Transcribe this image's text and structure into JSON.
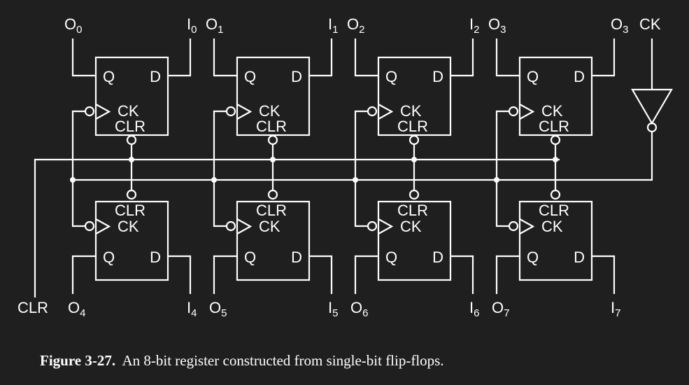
{
  "diagram": {
    "pin_labels": {
      "q": "Q",
      "d": "D",
      "ck": "CK",
      "clr": "CLR"
    },
    "top_row": [
      {
        "out": [
          "O",
          "0"
        ],
        "in": [
          "I",
          "0"
        ]
      },
      {
        "out": [
          "O",
          "1"
        ],
        "in": [
          "I",
          "1"
        ]
      },
      {
        "out": [
          "O",
          "2"
        ],
        "in": [
          "I",
          "2"
        ]
      },
      {
        "out": [
          "O",
          "3"
        ],
        "in": [
          "O",
          "3"
        ]
      }
    ],
    "bottom_row": [
      {
        "out": [
          "O",
          "4"
        ],
        "in": [
          "I",
          "4"
        ]
      },
      {
        "out": [
          "O",
          "5"
        ],
        "in": [
          "I",
          "5"
        ]
      },
      {
        "out": [
          "O",
          "6"
        ],
        "in": [
          "I",
          "6"
        ]
      },
      {
        "out": [
          "O",
          "7"
        ],
        "in": [
          "I",
          "7"
        ]
      }
    ],
    "clock_input_label": "CK",
    "clear_input_label": "CLR"
  },
  "caption": {
    "label": "Figure 3-27.",
    "text": "An 8-bit register constructed from single-bit flip-flops."
  }
}
